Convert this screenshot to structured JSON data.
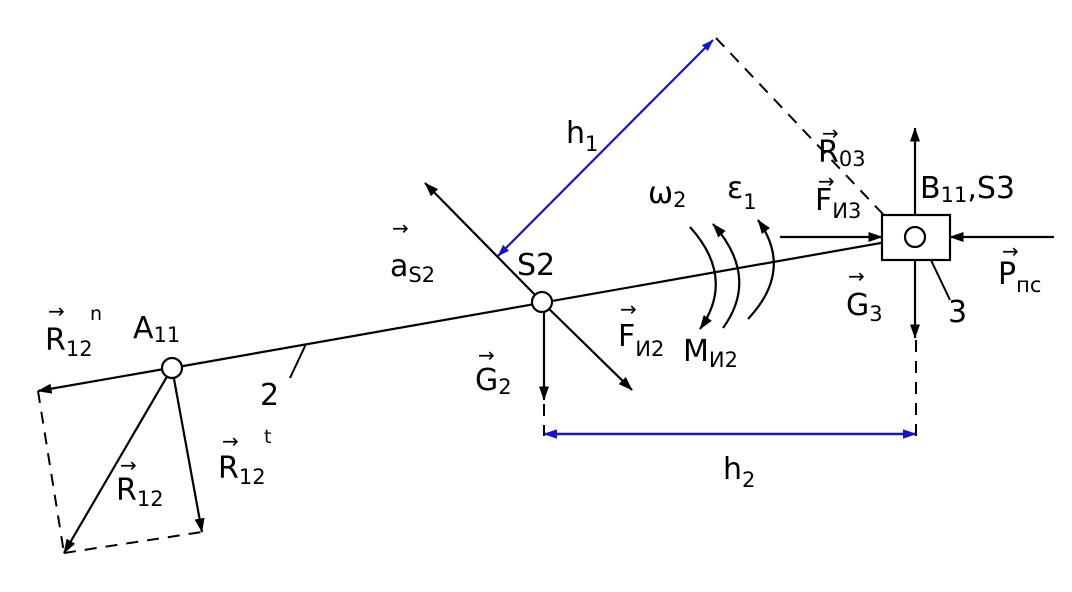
{
  "colors": {
    "ink": "#000000",
    "dimension": "#1414cc",
    "background": "#ffffff"
  },
  "labels": {
    "h1": {
      "main": "h",
      "sub": "1"
    },
    "h2": {
      "main": "h",
      "sub": "2"
    },
    "R03": {
      "vec": "→",
      "main": "R",
      "sub": "03"
    },
    "FI3": {
      "vec": "→",
      "main": "F",
      "sub": "И3"
    },
    "B11S3": {
      "main": "B",
      "sub": "11",
      "tail": ",S3"
    },
    "omega2": {
      "main": "ω",
      "sub": "2"
    },
    "eps1": {
      "main": "ε",
      "sub": "1"
    },
    "aS2": {
      "vec": "→",
      "main": "a",
      "sub": "S2"
    },
    "S2": {
      "main": "S2"
    },
    "Pps": {
      "vec": "→",
      "main": "P",
      "sub": "пс"
    },
    "G3": {
      "vec": "→",
      "main": "G",
      "sub": "3"
    },
    "num3": {
      "main": "3"
    },
    "FI2": {
      "vec": "→",
      "main": "F",
      "sub": "И2"
    },
    "MI2": {
      "main": "M",
      "sub": "И2"
    },
    "G2": {
      "vec": "→",
      "main": "G",
      "sub": "2"
    },
    "A11": {
      "main": "A",
      "sub": "11"
    },
    "Rn12": {
      "vec": "→",
      "main": "R",
      "sup": "n",
      "sub": "12"
    },
    "num2": {
      "main": "2"
    },
    "Rt12": {
      "vec": "→",
      "main": "R",
      "sup": "t",
      "sub": "12"
    },
    "R12": {
      "vec": "→",
      "main": "R",
      "sub": "12"
    }
  }
}
